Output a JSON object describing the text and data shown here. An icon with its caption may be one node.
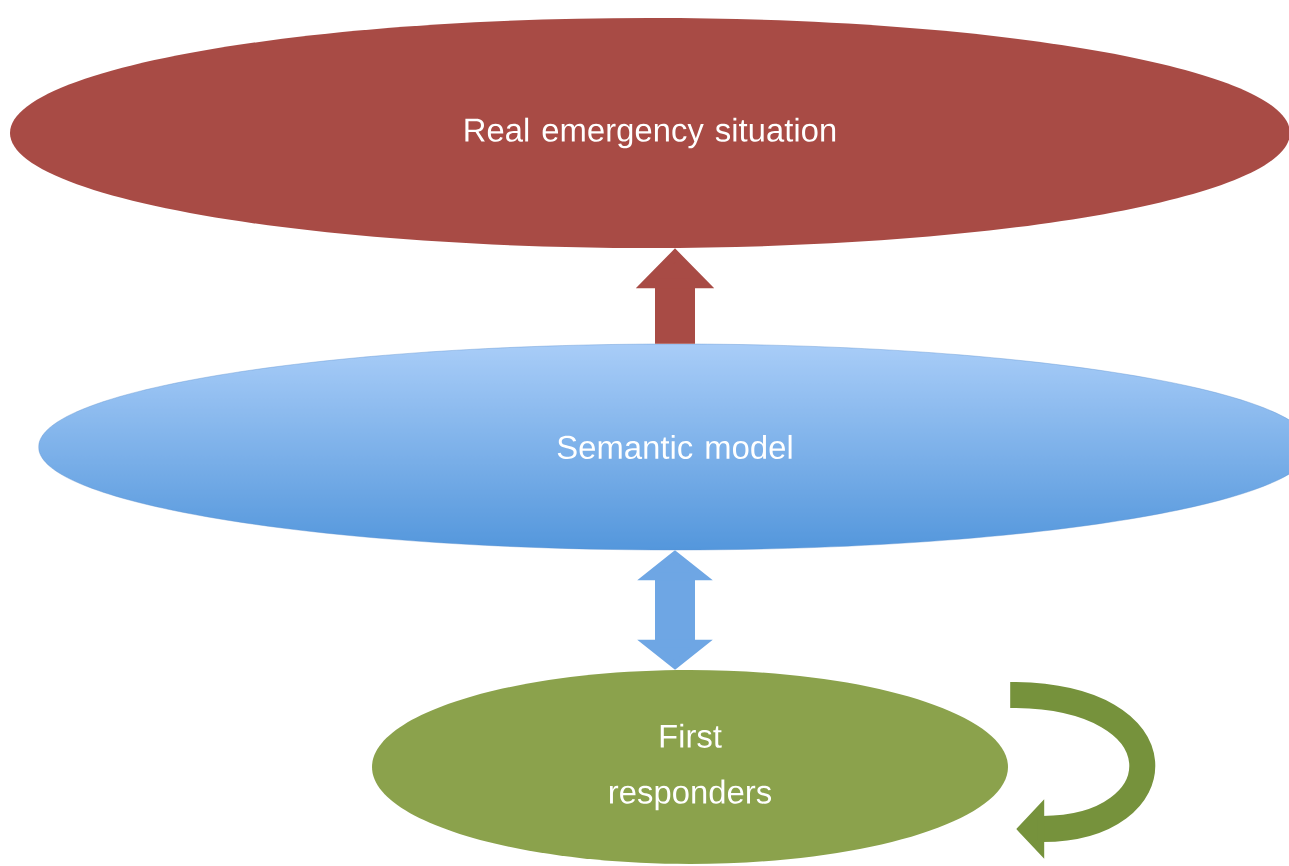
{
  "diagram": {
    "nodes": [
      {
        "text": [
          "Real emergency situation"
        ]
      },
      {
        "text": [
          "Semantic model"
        ]
      },
      {
        "text": [
          "First responders"
        ]
      }
    ],
    "edges": [
      {
        "from": 1,
        "to": 0,
        "arrow": "to",
        "color": "#a84b45"
      },
      {
        "from": 1,
        "to": 2,
        "arrow": "both",
        "color": "#6ea6e4"
      },
      {
        "from": 2,
        "to": 2,
        "arrow": "to",
        "color": "#76923c"
      }
    ]
  }
}
